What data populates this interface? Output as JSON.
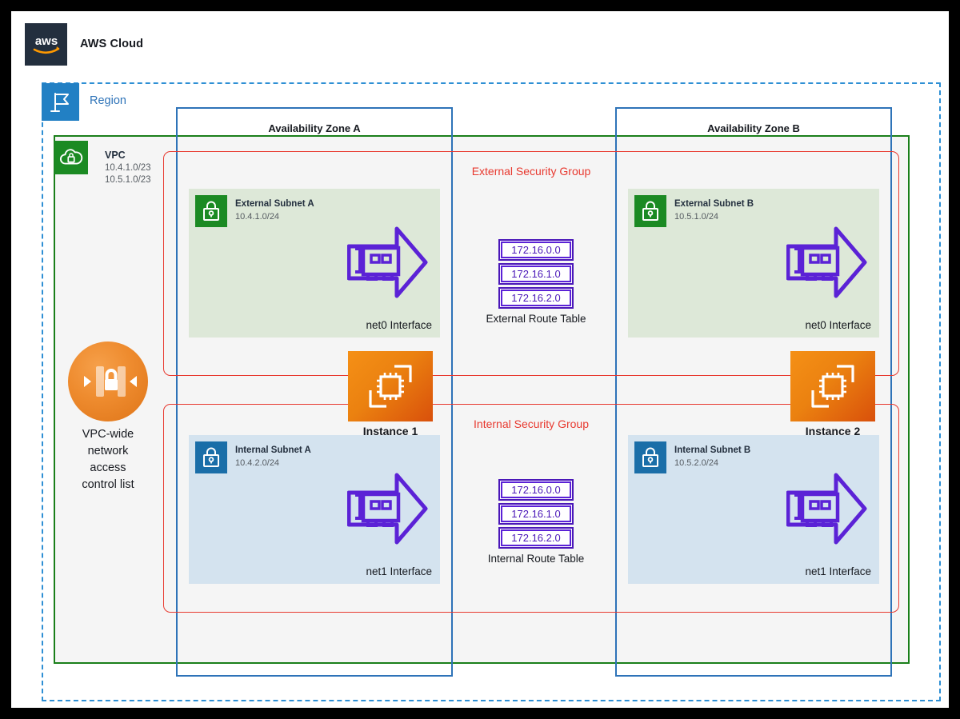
{
  "header": {
    "cloud_label": "AWS Cloud",
    "logo_text": "aws",
    "logo_icon": "aws-logo-icon"
  },
  "region": {
    "label": "Region",
    "icon": "region-flag-icon",
    "border_color": "#2E8FD4"
  },
  "vpc": {
    "title": "VPC",
    "cidr_1": "10.4.1.0/23",
    "cidr_2": "10.5.1.0/23",
    "icon": "vpc-cloud-lock-icon",
    "border_color": "#1A7F1A"
  },
  "nacl": {
    "icon": "network-acl-icon",
    "label_lines": [
      "VPC-wide",
      "network",
      "access",
      "control list"
    ],
    "color": "#EE8B2E"
  },
  "availability_zones": [
    {
      "label": "Availability Zone A",
      "border_color": "#2E73B8"
    },
    {
      "label": "Availability Zone B",
      "border_color": "#2E73B8"
    }
  ],
  "security_groups": [
    {
      "label": "External Security Group",
      "color": "#E8392F"
    },
    {
      "label": "Internal Security Group",
      "color": "#E8392F"
    }
  ],
  "subnets": {
    "external_a": {
      "name": "External Subnet A",
      "cidr": "10.4.1.0/24",
      "icon": "subnet-lock-icon",
      "icon_color": "#1B8A23",
      "background": "#DDE8D8",
      "interface_label": "net0 Interface",
      "interface_icon": "network-interface-icon"
    },
    "external_b": {
      "name": "External Subnet B",
      "cidr": "10.5.1.0/24",
      "icon": "subnet-lock-icon",
      "icon_color": "#1B8A23",
      "background": "#DDE8D8",
      "interface_label": "net0 Interface",
      "interface_icon": "network-interface-icon"
    },
    "internal_a": {
      "name": "Internal Subnet A",
      "cidr": "10.4.2.0/24",
      "icon": "subnet-lock-icon",
      "icon_color": "#1A6EA8",
      "background": "#D4E3EF",
      "interface_label": "net1 Interface",
      "interface_icon": "network-interface-icon"
    },
    "internal_b": {
      "name": "Internal Subnet B",
      "cidr": "10.5.2.0/24",
      "icon": "subnet-lock-icon",
      "icon_color": "#1A6EA8",
      "background": "#D4E3EF",
      "interface_label": "net1 Interface",
      "interface_icon": "network-interface-icon"
    }
  },
  "instances": [
    {
      "label": "Instance 1",
      "icon": "ec2-instance-icon"
    },
    {
      "label": "Instance 2",
      "icon": "ec2-instance-icon"
    }
  ],
  "route_tables": {
    "external": {
      "label": "External Route Table",
      "routes": [
        "172.16.0.0",
        "172.16.1.0",
        "172.16.2.0"
      ]
    },
    "internal": {
      "label": "Internal Route Table",
      "routes": [
        "172.16.0.0",
        "172.16.1.0",
        "172.16.2.0"
      ]
    }
  }
}
